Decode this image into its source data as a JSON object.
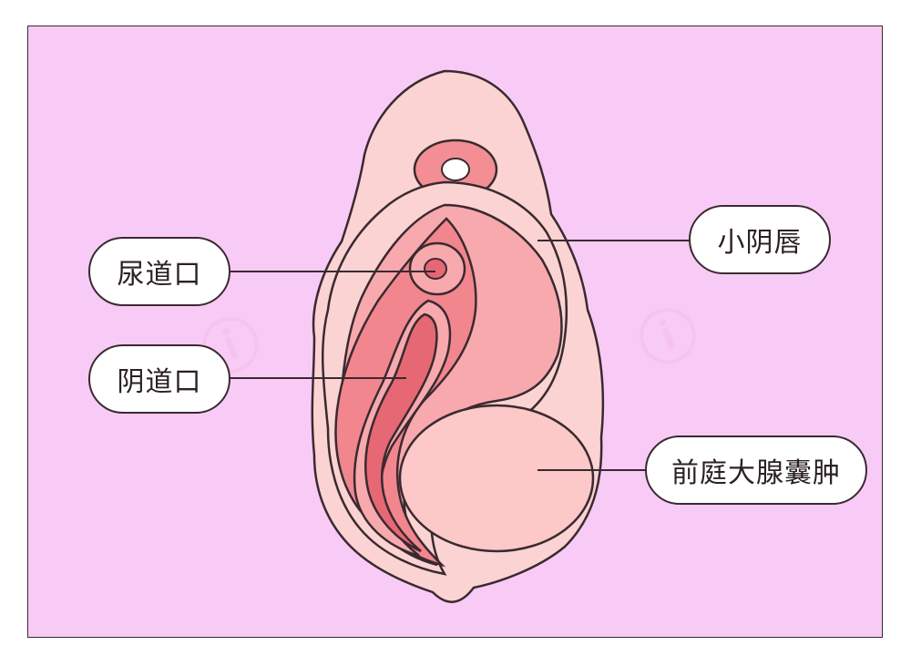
{
  "colors": {
    "background": "#f8cbf6",
    "outer_vulva": "#fbd3d3",
    "labia_minora": "#f7a9ad",
    "vestibule": "#f1868e",
    "vaginal_canal": "#e66874",
    "urethra_ring": "#f38f94",
    "cyst_fill": "#fcc8c8",
    "outline": "#3a2a30"
  },
  "labels": {
    "urethral_opening": "尿道口",
    "vaginal_opening": "阴道口",
    "labia_minora": "小阴唇",
    "bartholin_cyst": "前庭大腺囊肿"
  }
}
